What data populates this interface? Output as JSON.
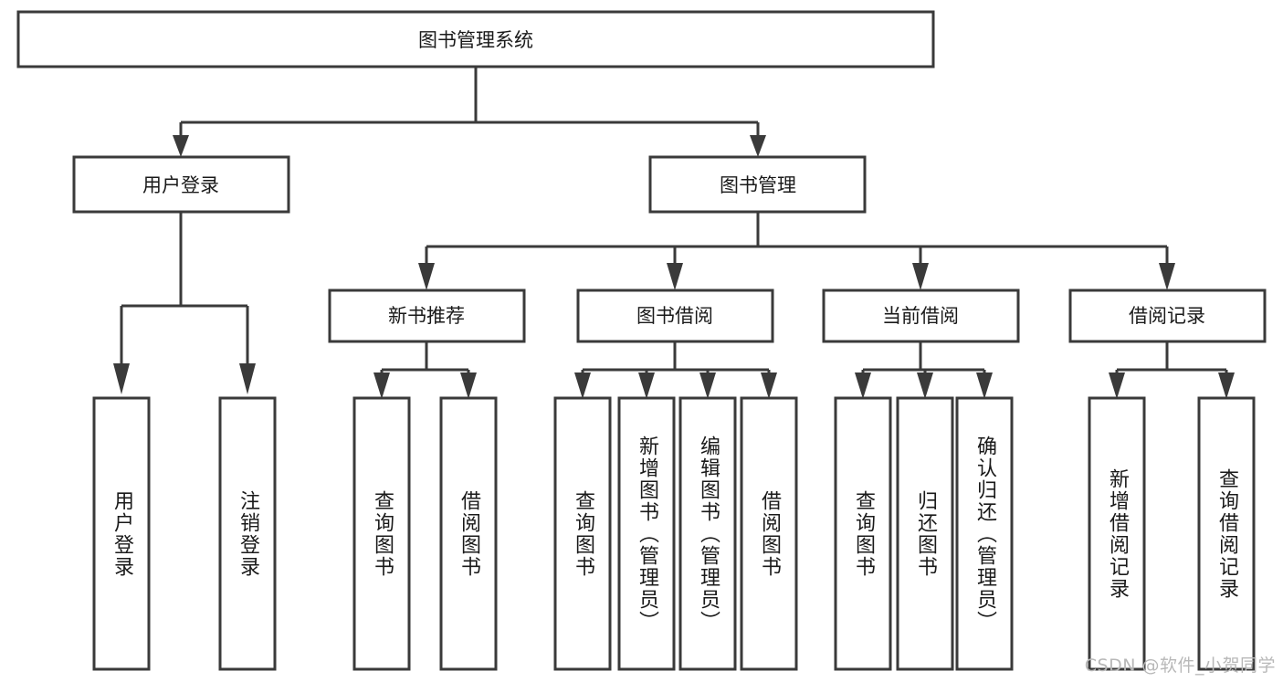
{
  "diagram": {
    "type": "tree-hierarchy",
    "title": "图书管理系统",
    "watermark": "CSDN @软件_小贺同学",
    "colors": {
      "box_stroke": "#3a3a3a",
      "box_fill": "#ffffff",
      "text": "#1a1a1a",
      "background": "#ffffff",
      "watermark": "#b8b8b8"
    },
    "root": {
      "label": "图书管理系统"
    },
    "level2": [
      {
        "label": "用户登录"
      },
      {
        "label": "图书管理"
      }
    ],
    "level3": [
      {
        "label": "新书推荐"
      },
      {
        "label": "图书借阅"
      },
      {
        "label": "当前借阅"
      },
      {
        "label": "借阅记录"
      }
    ],
    "leaves": {
      "user_login": [
        {
          "label": "用户登录"
        },
        {
          "label": "注销登录"
        }
      ],
      "new_book_recommend": [
        {
          "label": "查询图书"
        },
        {
          "label": "借阅图书"
        }
      ],
      "book_borrow": [
        {
          "label": "查询图书"
        },
        {
          "label": "新增图书（管理员）"
        },
        {
          "label": "编辑图书（管理员）"
        },
        {
          "label": "借阅图书"
        }
      ],
      "current_borrow": [
        {
          "label": "查询图书"
        },
        {
          "label": "归还图书"
        },
        {
          "label": "确认归还（管理员）"
        }
      ],
      "borrow_record": [
        {
          "label": "新增借阅记录"
        },
        {
          "label": "查询借阅记录"
        }
      ]
    }
  }
}
